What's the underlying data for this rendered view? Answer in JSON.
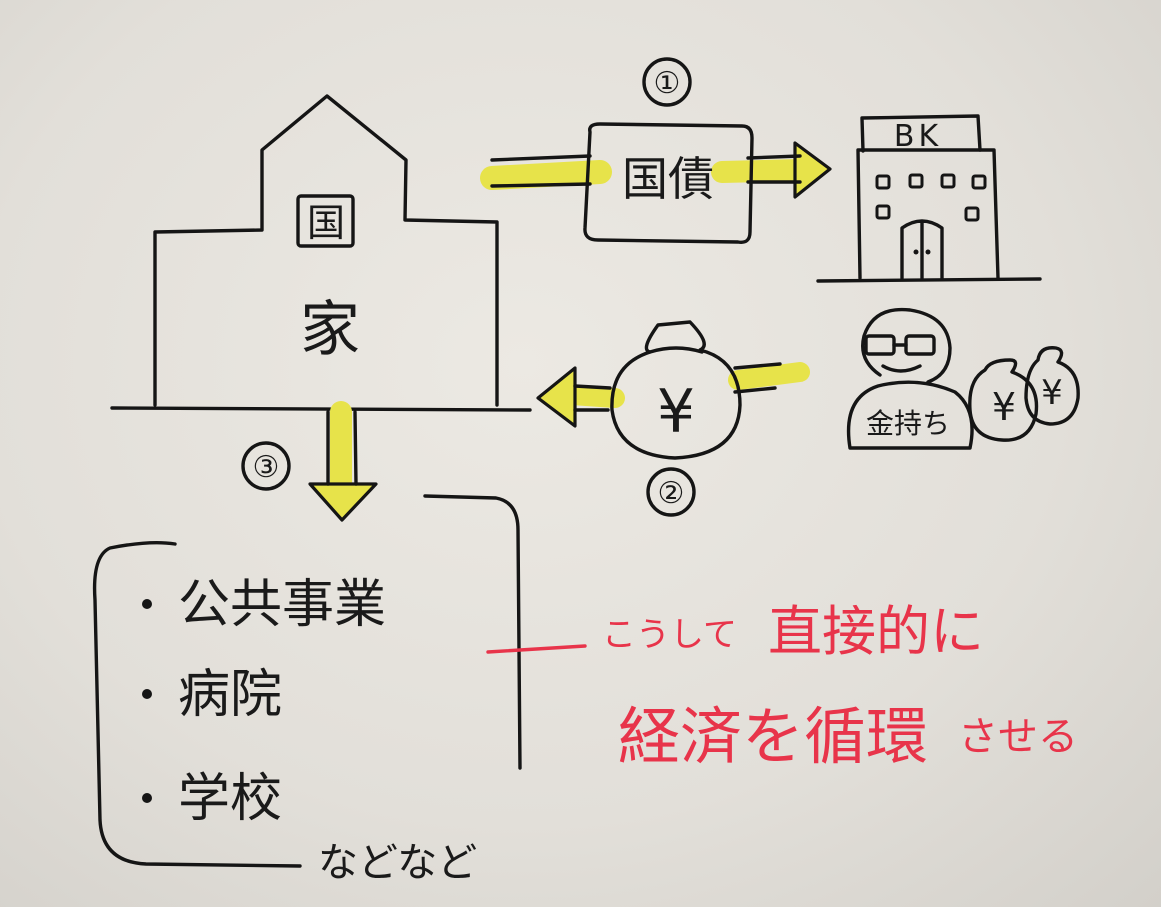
{
  "state": {
    "char1": "国",
    "char2": "家"
  },
  "bond": {
    "label": "国債",
    "step": "①"
  },
  "bank": {
    "label": "BK"
  },
  "money": {
    "symbol": "¥",
    "step": "②"
  },
  "investors": {
    "label": "金持ち",
    "bag_symbol": "¥"
  },
  "spending": {
    "step": "③",
    "items": [
      "公共事業",
      "病院",
      "学校"
    ],
    "etc": "などなど"
  },
  "note": {
    "line1_prefix": "こうして",
    "line1_main": "直接的に",
    "line2_main": "経済を循環",
    "line2_suffix": "させる"
  },
  "colors": {
    "ink": "#151515",
    "highlight": "#e7e34a",
    "red": "#e8344a",
    "paper": "#e6e3dd"
  }
}
